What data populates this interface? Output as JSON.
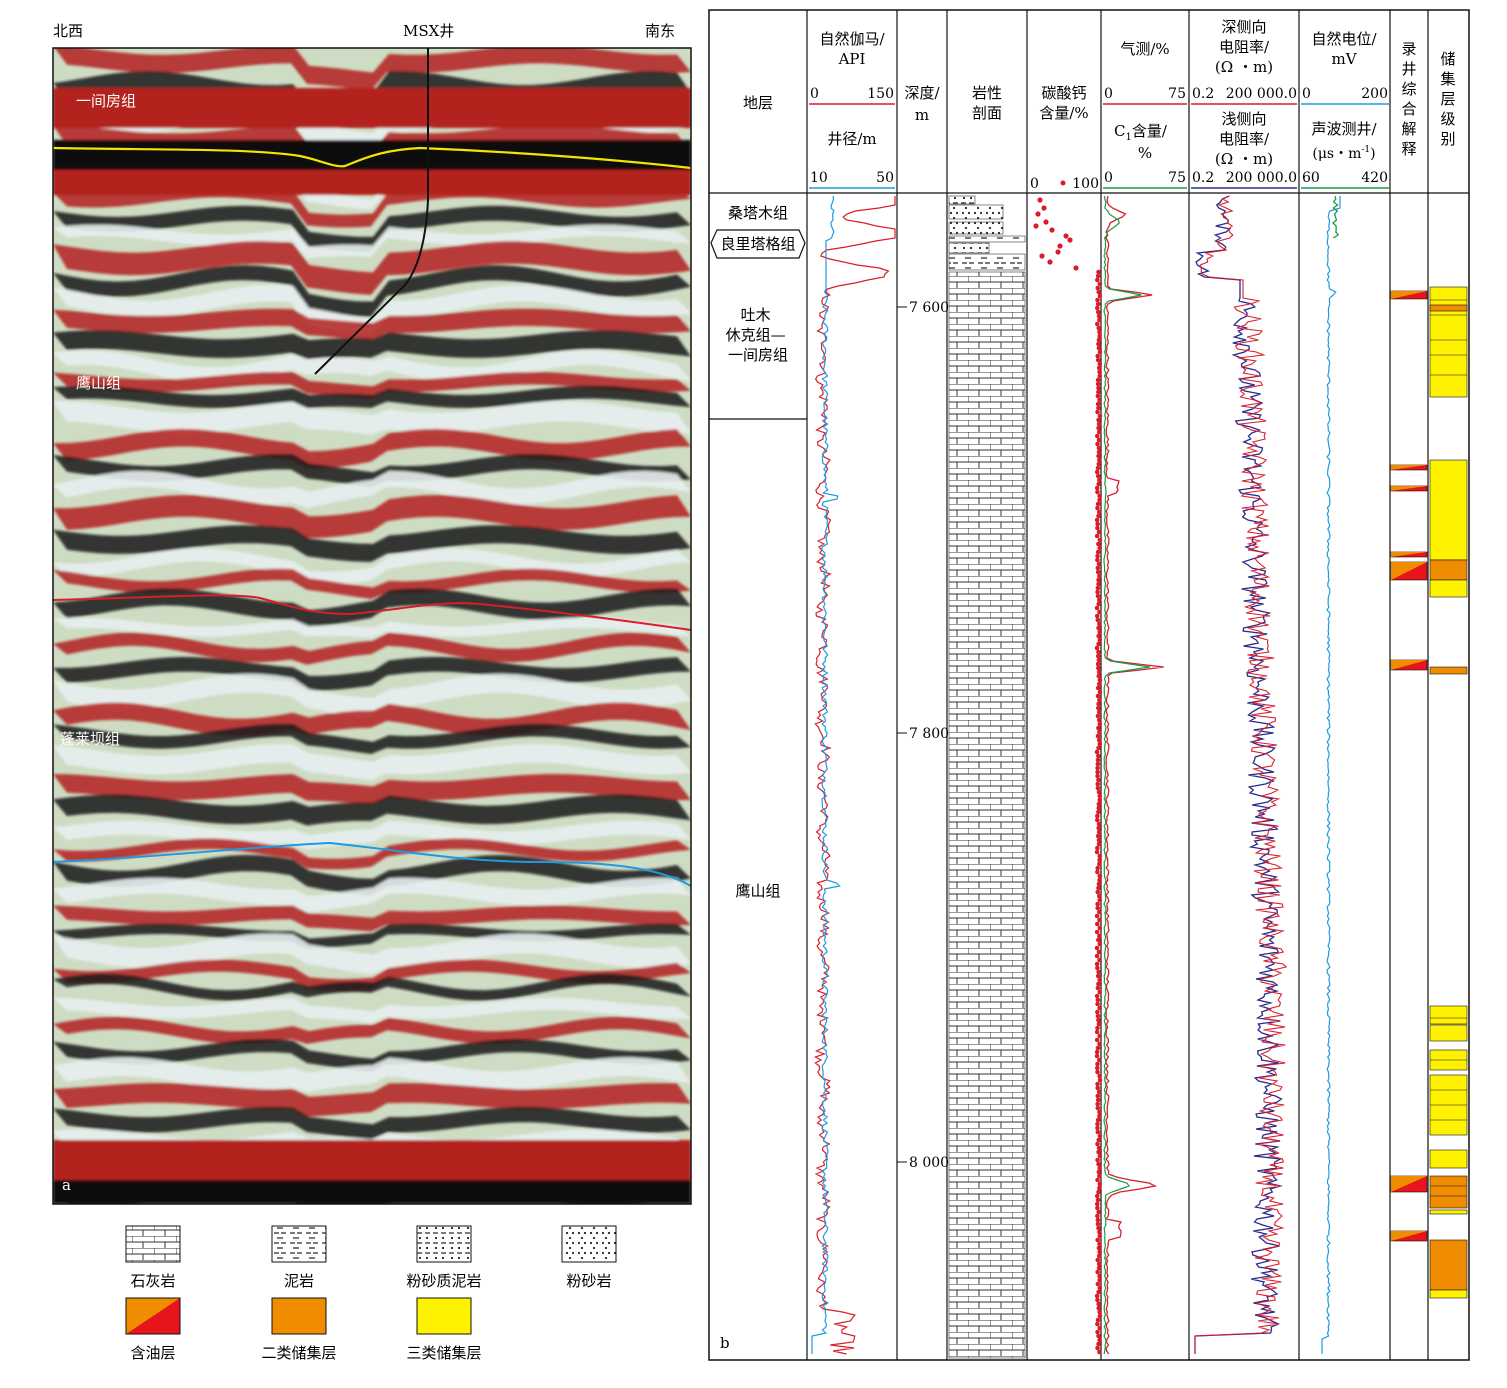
{
  "panel_a": {
    "label": "a",
    "left_direction": "北西",
    "right_direction": "南东",
    "well_name": "MSX井",
    "formations": [
      "一间房组",
      "鹰山组",
      "蓬莱坝组"
    ],
    "horizon_colors": [
      "#f2e600",
      "#d91e2a",
      "#1e9be0"
    ]
  },
  "legend": [
    {
      "label": "石灰岩",
      "pattern": "limestone"
    },
    {
      "label": "泥岩",
      "pattern": "mudstone"
    },
    {
      "label": "粉砂质泥岩",
      "pattern": "silty-mudstone"
    },
    {
      "label": "粉砂岩",
      "pattern": "siltstone"
    },
    {
      "label": "含油层",
      "pattern": "oil-layer"
    },
    {
      "label": "二类储集层",
      "pattern": "class2"
    },
    {
      "label": "三类储集层",
      "pattern": "class3"
    }
  ],
  "panel_b": {
    "label": "b",
    "headers": {
      "strata": "地层",
      "gr_title": [
        "自然伽马/",
        "API"
      ],
      "gr_min": "0",
      "gr_max": "150",
      "cal_title": "井径/m",
      "cal_min": "10",
      "cal_max": "50",
      "depth_title": [
        "深度/",
        "m"
      ],
      "lith_title": [
        "岩性",
        "剖面"
      ],
      "caco3_title": [
        "碳酸钙",
        "含量/%"
      ],
      "caco3_min": "0",
      "caco3_max": "100",
      "gas_title": "气测/%",
      "gas_min": "0",
      "gas_max": "75",
      "c1_title_main": "C",
      "c1_title_sub": "1",
      "c1_title_rest": "含量/",
      "c1_title_unit": "%",
      "c1_min": "0",
      "c1_max": "75",
      "deep_res_title": [
        "深侧向",
        "电阻率/",
        "(Ω ・m)"
      ],
      "shallow_res_title": [
        "浅侧向",
        "电阻率/",
        "(Ω ・m)"
      ],
      "res_min": "0.2",
      "res_max": "200 000.0",
      "sp_title": [
        "自然电位/",
        "mV"
      ],
      "sp_min": "0",
      "sp_max": "200",
      "ac_title": "声波测井/",
      "ac_unit": "(μs・m",
      "ac_unit_sup": "-1",
      "ac_unit_end": ")",
      "ac_min": "60",
      "ac_max": "420",
      "interp_title": [
        "录",
        "井",
        "综",
        "合",
        "解",
        "释"
      ],
      "grade_title": [
        "储",
        "集",
        "层",
        "级",
        "别"
      ]
    },
    "strata": [
      {
        "name": "桑塔木组"
      },
      {
        "name": "良里塔格组"
      },
      {
        "name": "吐木\n休克组—\n一间房组"
      },
      {
        "name": "鹰山组"
      }
    ],
    "depth_ticks": [
      "7 600",
      "7 800",
      "8 000"
    ],
    "colors": {
      "gr": "#d91e2a",
      "cal": "#1e9be0",
      "gas": "#d91e2a",
      "c1": "#1a9a4a",
      "deep_res": "#2a2a8a",
      "shallow_res": "#d91e2a",
      "sp": "#1e9be0",
      "ac": "#1a9a4a",
      "oil": "#e8141c",
      "class2": "#f08c00",
      "class3": "#fff200"
    }
  }
}
